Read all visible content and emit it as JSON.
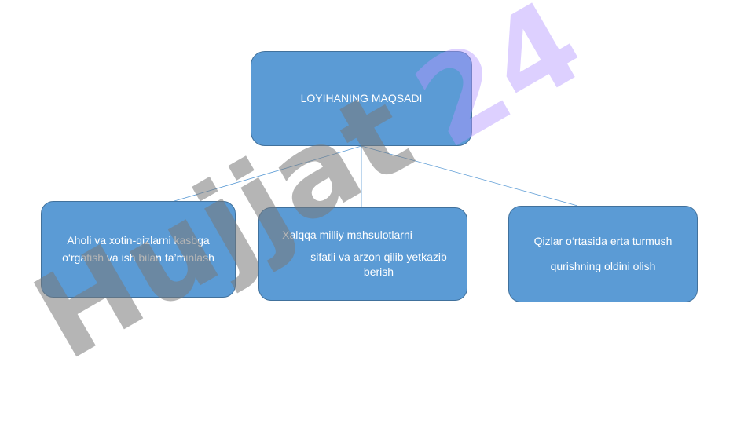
{
  "diagram": {
    "root": {
      "label": "LOYIHANING MAQSADI"
    },
    "children": [
      {
        "label": "Aholi va xotin-qizlarni kasbga o‘rgatish va ish bilan ta’minlash"
      },
      {
        "line1": "Xalqqa milliy mahsulotlarni",
        "line2": "sifatli va arzon qilib yetkazib berish"
      },
      {
        "line1": "Qizlar o‘rtasida erta turmush",
        "line2": "qurishning oldini olish"
      }
    ],
    "colors": {
      "node_fill": "#5b9bd5",
      "node_border": "#41719c",
      "connector": "#5b9bd5",
      "text": "#ffffff"
    }
  },
  "watermark": {
    "part1": "Hujjat",
    "part2": "24"
  }
}
